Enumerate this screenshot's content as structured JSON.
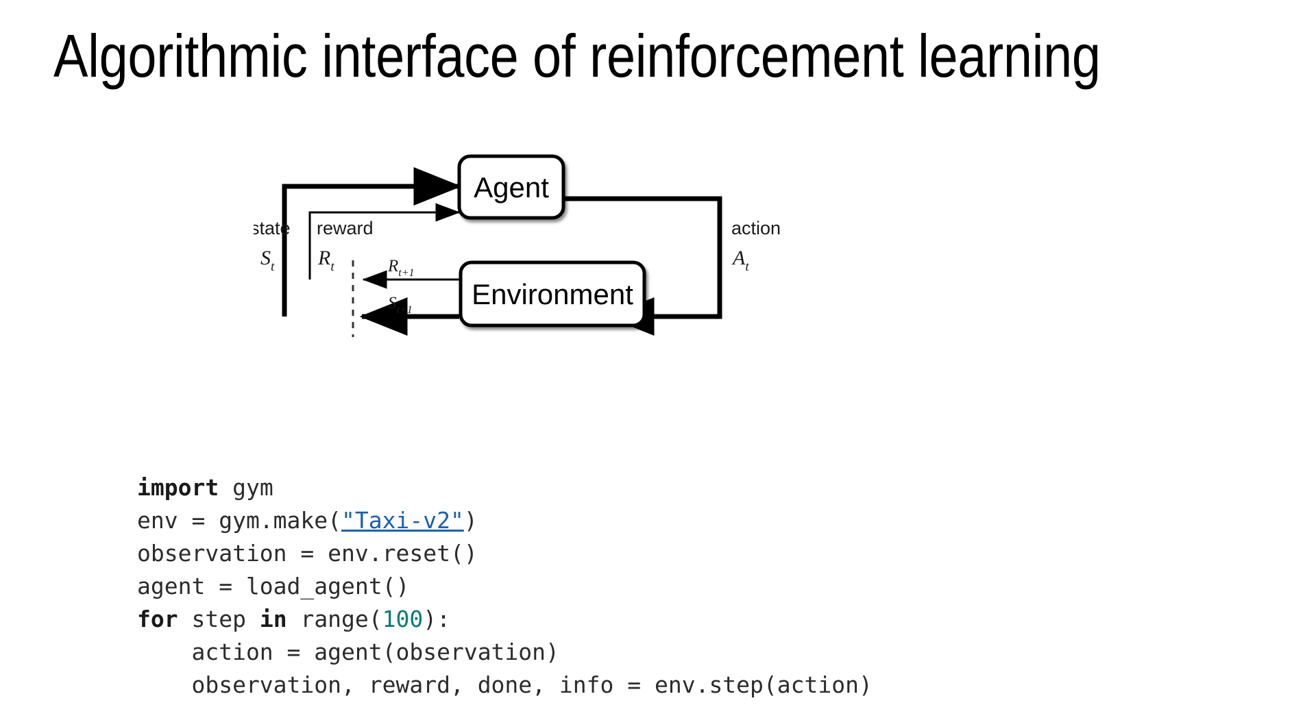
{
  "slide": {
    "title": "Algorithmic interface of reinforcement learning",
    "background": "#ffffff"
  },
  "diagram": {
    "name": "agent-environment-interaction-loop",
    "nodes": {
      "agent": "Agent",
      "environment": "Environment"
    },
    "edge_labels": {
      "state_word": "state",
      "state_sym": "S",
      "state_sub": "t",
      "reward_word": "reward",
      "reward_sym": "R",
      "reward_sub": "t",
      "action_word": "action",
      "action_sym": "A",
      "action_sub": "t",
      "reward_next_sym": "R",
      "reward_next_sub": "t+1",
      "state_next_sym": "S",
      "state_next_sub": "t+1"
    },
    "colors": {
      "stroke": "#000000",
      "box_fill": "#ffffff",
      "label": "#1a1a1a"
    }
  },
  "code": {
    "language": "python",
    "colors": {
      "text": "#2b2b2b",
      "keyword": "#1a1a1a",
      "number": "#0a7c74",
      "link": "#1a5fb4"
    },
    "lines": [
      [
        {
          "t": "import",
          "k": "kw"
        },
        {
          "t": " gym",
          "k": "plain"
        }
      ],
      [
        {
          "t": "env = gym.make(",
          "k": "plain"
        },
        {
          "t": "\"Taxi-v2\"",
          "k": "link"
        },
        {
          "t": ")",
          "k": "plain"
        }
      ],
      [
        {
          "t": "observation = env.reset()",
          "k": "plain"
        }
      ],
      [
        {
          "t": "agent = load_agent()",
          "k": "plain"
        }
      ],
      [
        {
          "t": "for",
          "k": "kw"
        },
        {
          "t": " step ",
          "k": "plain"
        },
        {
          "t": "in",
          "k": "kw"
        },
        {
          "t": " range(",
          "k": "plain"
        },
        {
          "t": "100",
          "k": "num"
        },
        {
          "t": "):",
          "k": "plain"
        }
      ],
      [
        {
          "t": "    action = agent(observation)",
          "k": "plain"
        }
      ],
      [
        {
          "t": "    observation, reward, done, info = env.step(action)",
          "k": "plain"
        }
      ]
    ]
  }
}
